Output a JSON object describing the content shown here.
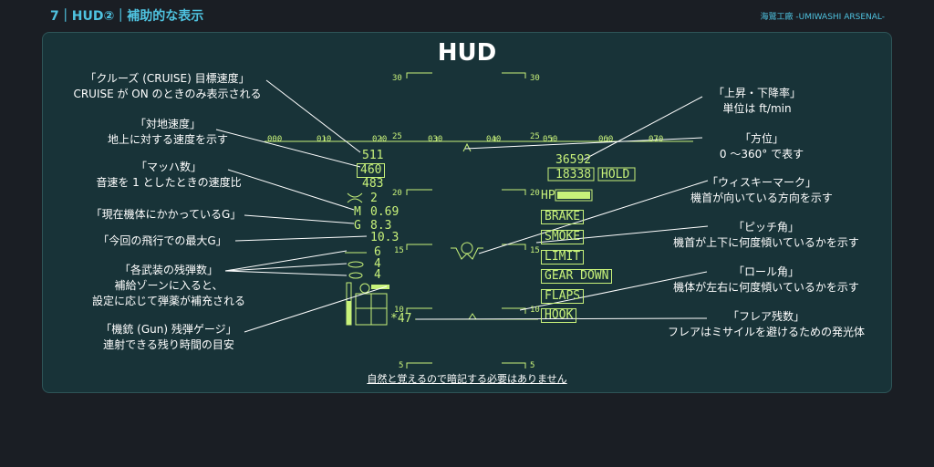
{
  "header": {
    "title": "7｜HUD②｜補助的な表示",
    "brand": "海鷲工廠 -UMIWASHI ARSENAL-"
  },
  "diagram": {
    "title": "HUD",
    "footnote": "自然と覚えるので暗記する必要はありません"
  },
  "annotations": {
    "cruise": {
      "title": "「クルーズ (CRUISE) 目標速度」",
      "desc": "CRUISE が ON のときのみ表示される"
    },
    "ground_speed": {
      "title": "「対地速度」",
      "desc": "地上に対する速度を示す"
    },
    "mach": {
      "title": "「マッハ数」",
      "desc": "音速を 1 としたときの速度比"
    },
    "current_g": {
      "title": "「現在機体にかかっているG」"
    },
    "max_g": {
      "title": "「今回の飛行での最大G」"
    },
    "ammo": {
      "title": "「各武装の残弾数」",
      "desc1": "補給ゾーンに入ると、",
      "desc2": "設定に応じて弾薬が補充される"
    },
    "gun": {
      "title": "「機銃 (Gun) 残弾ゲージ」",
      "desc": "連射できる残り時間の目安"
    },
    "climb": {
      "title": "「上昇・下降率」",
      "desc": "単位は ft/min"
    },
    "heading": {
      "title": "「方位」",
      "desc": "0 〜360° で表す"
    },
    "whiskey": {
      "title": "「ウィスキーマーク」",
      "desc": "機首が向いている方向を示す"
    },
    "pitch": {
      "title": "「ピッチ角」",
      "desc": "機首が上下に何度傾いているかを示す"
    },
    "roll": {
      "title": "「ロール角」",
      "desc": "機体が左右に何度傾いているかを示す"
    },
    "flare": {
      "title": "「フレア残数」",
      "desc": "フレアはミサイルを避けるための発光体"
    }
  },
  "hud": {
    "heading_ticks": [
      "000",
      "010",
      "020",
      "030",
      "040",
      "050",
      "060",
      "070"
    ],
    "heading_sub": [
      "25",
      "25"
    ],
    "pitch_labels": [
      "30",
      "30",
      "20",
      "20",
      "15",
      "15",
      "10",
      "10",
      "5",
      "5"
    ],
    "ground_speed": "511",
    "cruise_speed": "460",
    "mach_speed": "483",
    "aoa": "2",
    "mach_label": "M",
    "mach": "0.69",
    "g_label": "G",
    "g": "8.3",
    "max_g": "10.3",
    "ammo": [
      "6",
      "4",
      "4"
    ],
    "flare": "*47",
    "altitude": "36592",
    "alt_hold": "18338",
    "hold": "HOLD",
    "hp": "HP",
    "status": [
      "BRAKE",
      "SMOKE",
      "LIMIT",
      "GEAR DOWN",
      "FLAPS",
      "HOOK"
    ]
  },
  "colors": {
    "hud": "#c8f27a",
    "accent": "#4fc3e0",
    "panel": "#183338"
  }
}
